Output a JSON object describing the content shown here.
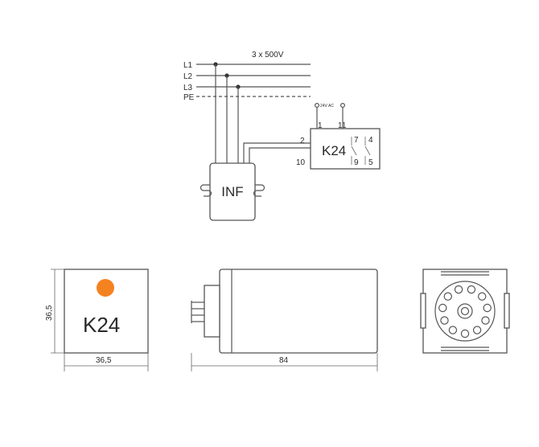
{
  "wiring": {
    "voltage_label": "3 x 500V",
    "lines": [
      "L1",
      "L2",
      "L3",
      "PE"
    ],
    "supply_label": "24V AC",
    "inf_label": "INF",
    "relay_label": "K24",
    "terminals": {
      "t1": "1",
      "t11": "11",
      "t2": "2",
      "t10": "10",
      "t7": "7",
      "t9": "9",
      "t4": "4",
      "t5": "5"
    }
  },
  "front_view": {
    "label": "K24",
    "indicator_color": "#f58220",
    "width_dim": "36,5",
    "height_dim": "36,5"
  },
  "side_view": {
    "length_dim": "84"
  },
  "colors": {
    "line": "#555555",
    "indicator": "#f58220"
  }
}
